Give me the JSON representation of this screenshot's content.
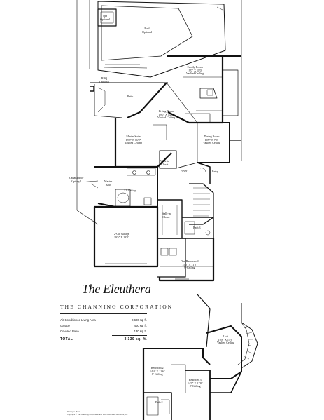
{
  "title": "The Eleuthera",
  "company": "THE CHANNING CORPORATION",
  "area_table": [
    {
      "label": "Air-Conditioned Living Area",
      "value": "2,600 sq. ft."
    },
    {
      "label": "Garage",
      "value": "400 sq. ft."
    },
    {
      "label": "Covered Patio",
      "value": "130 sq. ft."
    }
  ],
  "total": {
    "label": "TOTAL",
    "value": "3,130 sq. ft."
  },
  "first_floor_rooms": {
    "spa": "Spa\nOptional",
    "pool": "Pool\nOptional",
    "bbq": "BBQ\nOptional",
    "patio": "Patio",
    "family_room": "Family Room\n19'0\" X 11'0\"\nVaulted Ceiling",
    "living_room": "Living Room\n19'0\" X 14'8\"\nVaulted Ceiling",
    "dining_room": "Dining Room\n10'0\" X 7'0\"\nVaulted Ceiling",
    "master_suite": "Master Suite\n19'8\" X 16'0\"\nVaulted Ceiling",
    "walk_in_closet_1": "Walk-in\nCloset",
    "foyer": "Foyer",
    "entry": "Entry",
    "cabana_door": "Cabana door\nOptional",
    "master_bath": "Master\nBath",
    "ceiling_12": "12' Ceiling",
    "walk_in_closet_2": "Walk-in\nCloset",
    "bath_3": "Bath 3",
    "garage": "2-Car Garage\n19'6\" X 19'0\"",
    "den_bedroom_4": "Den/Bedroom 4\n15'0\" X 11'8\"\n9'-Ceiling"
  },
  "second_floor_rooms": {
    "loft": "Loft\n10'8\" X 15'6\"\nVaulted Ceiling",
    "bedroom_2": "Bedroom 2\n14'4\" X 11'6\"\n8'-Ceiling",
    "bedroom_3": "Bedroom 3\n14'0\" X 11'8\"\n8'-Ceiling",
    "bath_2": "Bath 2"
  },
  "footnotes": [
    "Prototype Plans",
    "Copyright © The Channing Corporation and Vera Associates Architects, Inc."
  ],
  "colors": {
    "ink": "#111111",
    "paper": "#ffffff"
  }
}
